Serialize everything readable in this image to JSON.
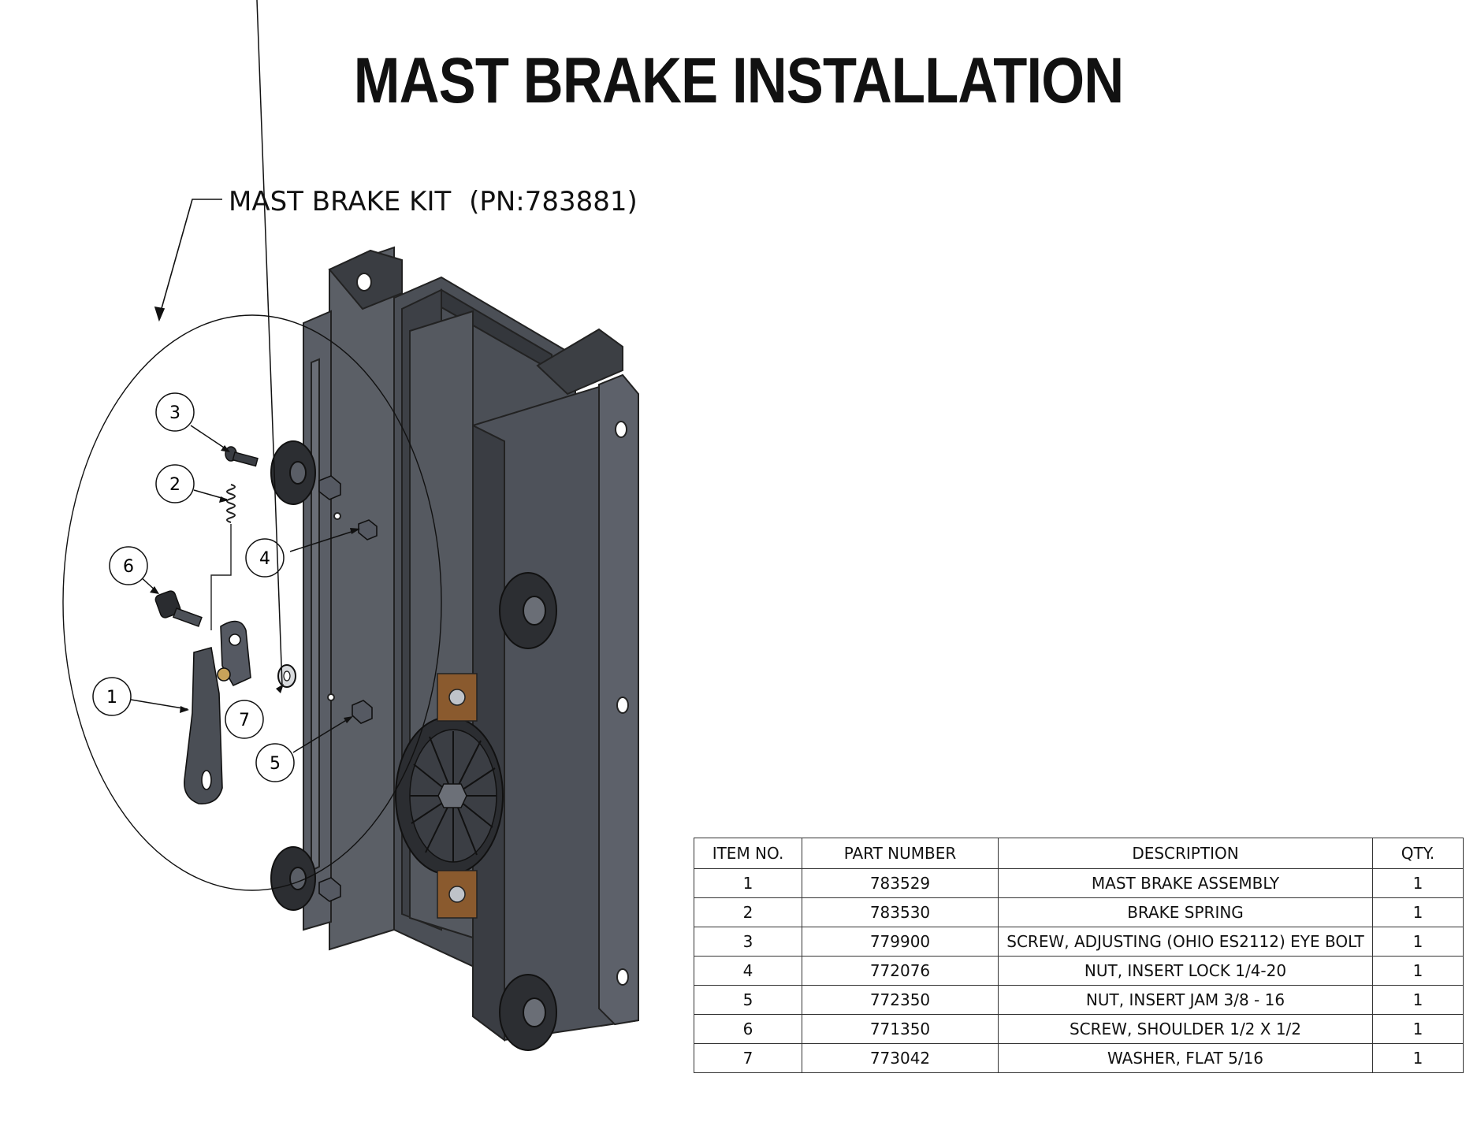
{
  "title": "MAST BRAKE INSTALLATION",
  "kit": {
    "label": "MAST BRAKE KIT",
    "part_number": "(PN:783881)"
  },
  "callouts": [
    "1",
    "2",
    "3",
    "4",
    "5",
    "6",
    "7"
  ],
  "table": {
    "headers": [
      "ITEM NO.",
      "PART NUMBER",
      "DESCRIPTION",
      "QTY."
    ],
    "rows": [
      [
        "1",
        "783529",
        "MAST BRAKE ASSEMBLY",
        "1"
      ],
      [
        "2",
        "783530",
        "BRAKE SPRING",
        "1"
      ],
      [
        "3",
        "779900",
        "SCREW, ADJUSTING (OHIO ES2112) EYE BOLT",
        "1"
      ],
      [
        "4",
        "772076",
        "NUT, INSERT LOCK 1/4-20",
        "1"
      ],
      [
        "5",
        "772350",
        "NUT, INSERT JAM 3/8 - 16",
        "1"
      ],
      [
        "6",
        "771350",
        "SCREW, SHOULDER 1/2 X 1/2",
        "1"
      ],
      [
        "7",
        "773042",
        "WASHER, FLAT 5/16",
        "1"
      ]
    ]
  },
  "colors": {
    "steel": "#4a4e55",
    "steel_dark": "#2f3237",
    "steel_light": "#6b7079",
    "bronze": "#8a5a2e"
  }
}
